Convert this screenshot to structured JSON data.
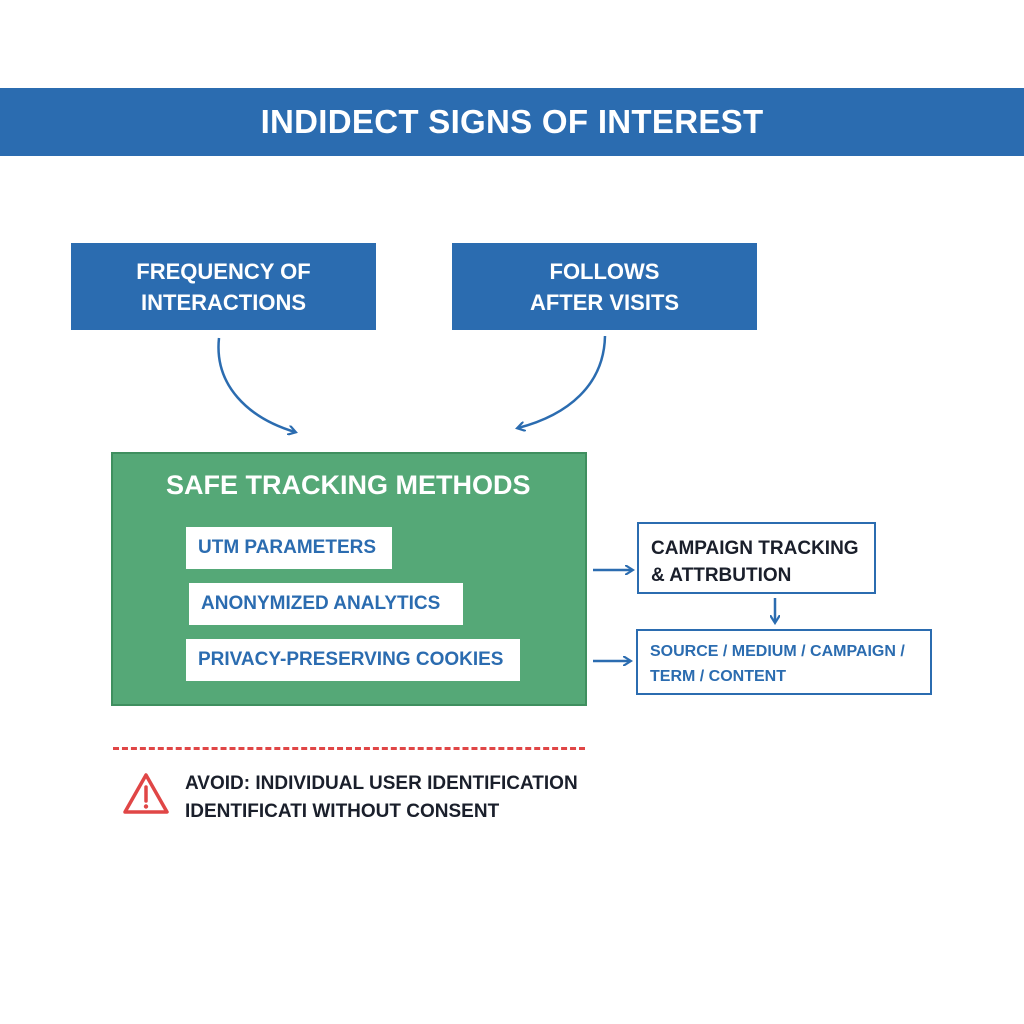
{
  "header": {
    "title": "INDIDECT SIGNS OF INTEREST"
  },
  "signals": [
    {
      "line1": "FREQUENCY OF",
      "line2": "INTERACTIONS"
    },
    {
      "line1": "FOLLOWS",
      "line2": "AFTER VISITS"
    }
  ],
  "safe_tracking": {
    "title": "SAFE TRACKING METHODS",
    "methods": [
      "UTM PARAMETERS",
      "ANONYMIZED ANALYTICS",
      "PRIVACY-PRESERVING COOKIES"
    ]
  },
  "campaign": {
    "line1": "CAMPAIGN TRACKING",
    "line2": "& ATTRBUTION"
  },
  "utm_fields": {
    "line1": "SOURCE / MEDIUM / CAMPAIGN /",
    "line2": "TERM / CONTENT"
  },
  "warning": {
    "line1": "AVOID: INDIVIDUAL USER IDENTIFICATION",
    "line2": "IDENTIFICATI WITHOUT CONSENT",
    "icon": "warning-triangle-icon"
  },
  "colors": {
    "primary_blue": "#2b6cb0",
    "green": "#55a877",
    "warning_red": "#e04646",
    "dark_text": "#1a1f2b"
  }
}
